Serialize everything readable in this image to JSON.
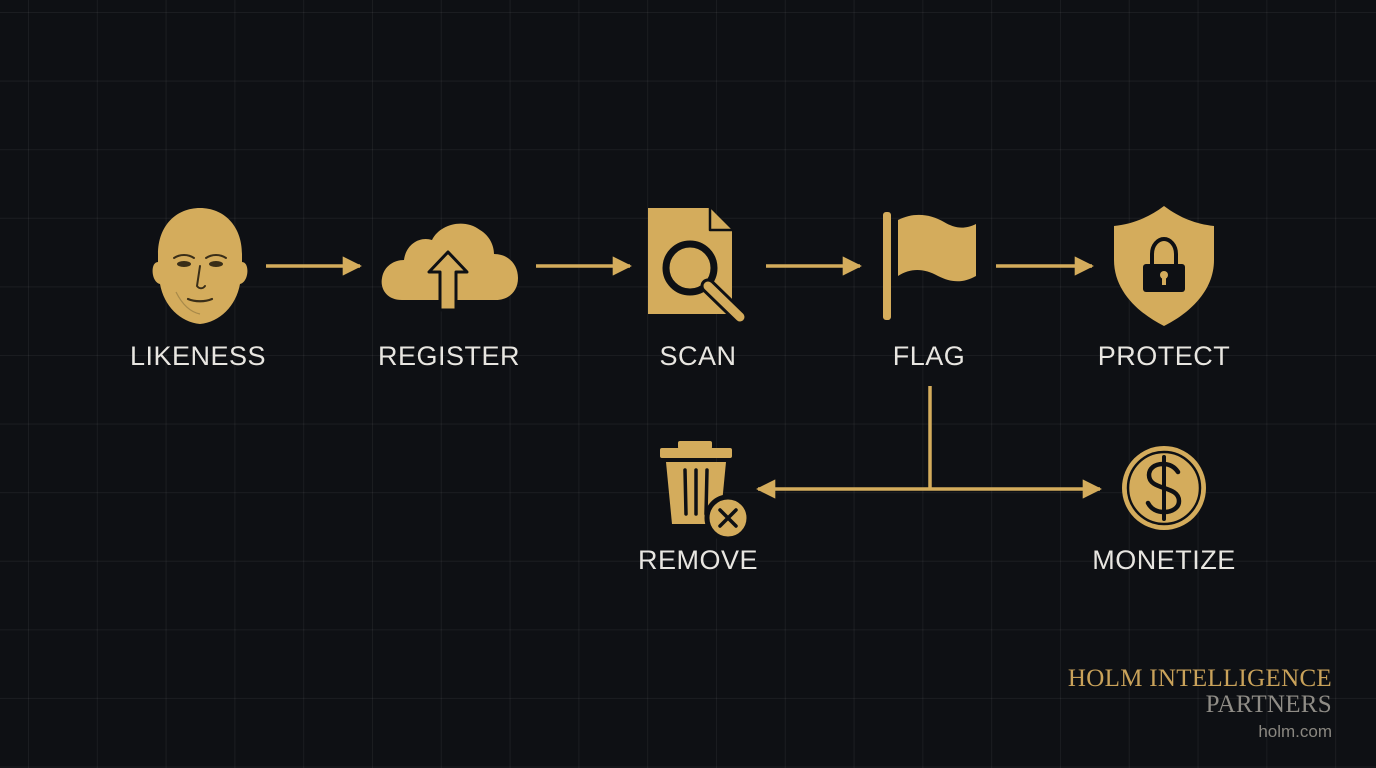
{
  "colors": {
    "accent": "#d4ac5c",
    "background": "#0e1014",
    "label": "#e8e6e1",
    "brand_gold": "#c9a25a",
    "brand_gray": "#8f8c86"
  },
  "steps": [
    {
      "label": "LIKENESS",
      "icon": "face-icon"
    },
    {
      "label": "REGISTER",
      "icon": "cloud-upload-icon"
    },
    {
      "label": "SCAN",
      "icon": "document-search-icon"
    },
    {
      "label": "FLAG",
      "icon": "flag-icon"
    },
    {
      "label": "PROTECT",
      "icon": "shield-lock-icon"
    }
  ],
  "outcomes": [
    {
      "label": "REMOVE",
      "icon": "trash-remove-icon"
    },
    {
      "label": "MONETIZE",
      "icon": "dollar-coin-icon"
    }
  ],
  "brand": {
    "line1": "HOLM INTELLIGENCE",
    "line2": "PARTNERS",
    "url": "holm.com"
  }
}
